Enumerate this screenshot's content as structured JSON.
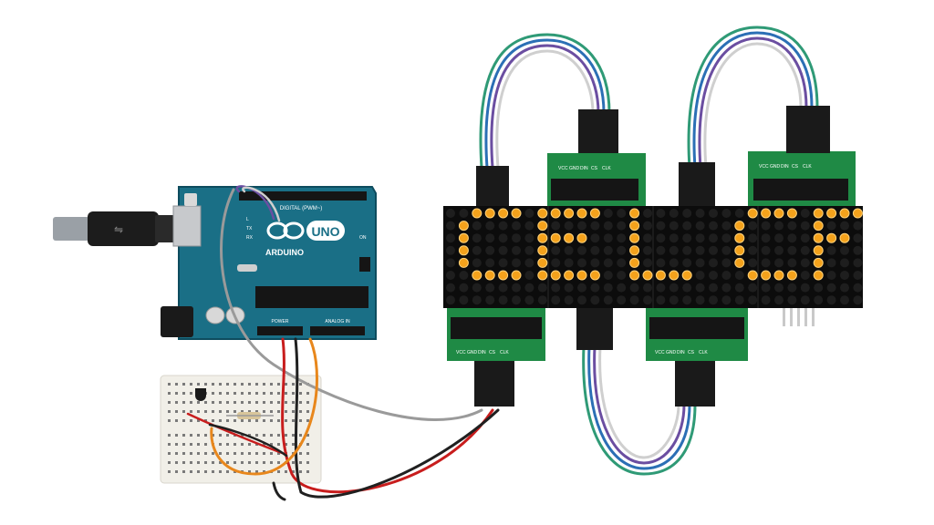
{
  "board": {
    "name": "UNO",
    "brand": "ARDUINO",
    "header_digital": "DIGITAL (PWM~)",
    "header_power": "POWER",
    "header_analog": "ANALOG IN",
    "label_on": "ON",
    "label_tx": "TX",
    "label_rx": "RX",
    "label_l": "L"
  },
  "matrix": {
    "modules": 4,
    "rows": 8,
    "cols_per_module": 8,
    "lit_color": "#f4a21c",
    "unlit_color": "#1e1e1e",
    "pin_labels": [
      "VCC",
      "GND",
      "DIN",
      "CS",
      "CLK"
    ]
  },
  "colors": {
    "pcb_blue": "#1a6f86",
    "pcb_green": "#1f8a45",
    "matrix_body": "#0c0c0c",
    "wire_red": "#c81d1d",
    "wire_orange": "#e8871c",
    "wire_gray": "#9a9a9a",
    "wire_black": "#202020",
    "wire_purple": "#6b4ea1",
    "wire_blue": "#2b6fb5",
    "wire_green": "#2f9a76",
    "breadboard": "#f1efe8"
  }
}
